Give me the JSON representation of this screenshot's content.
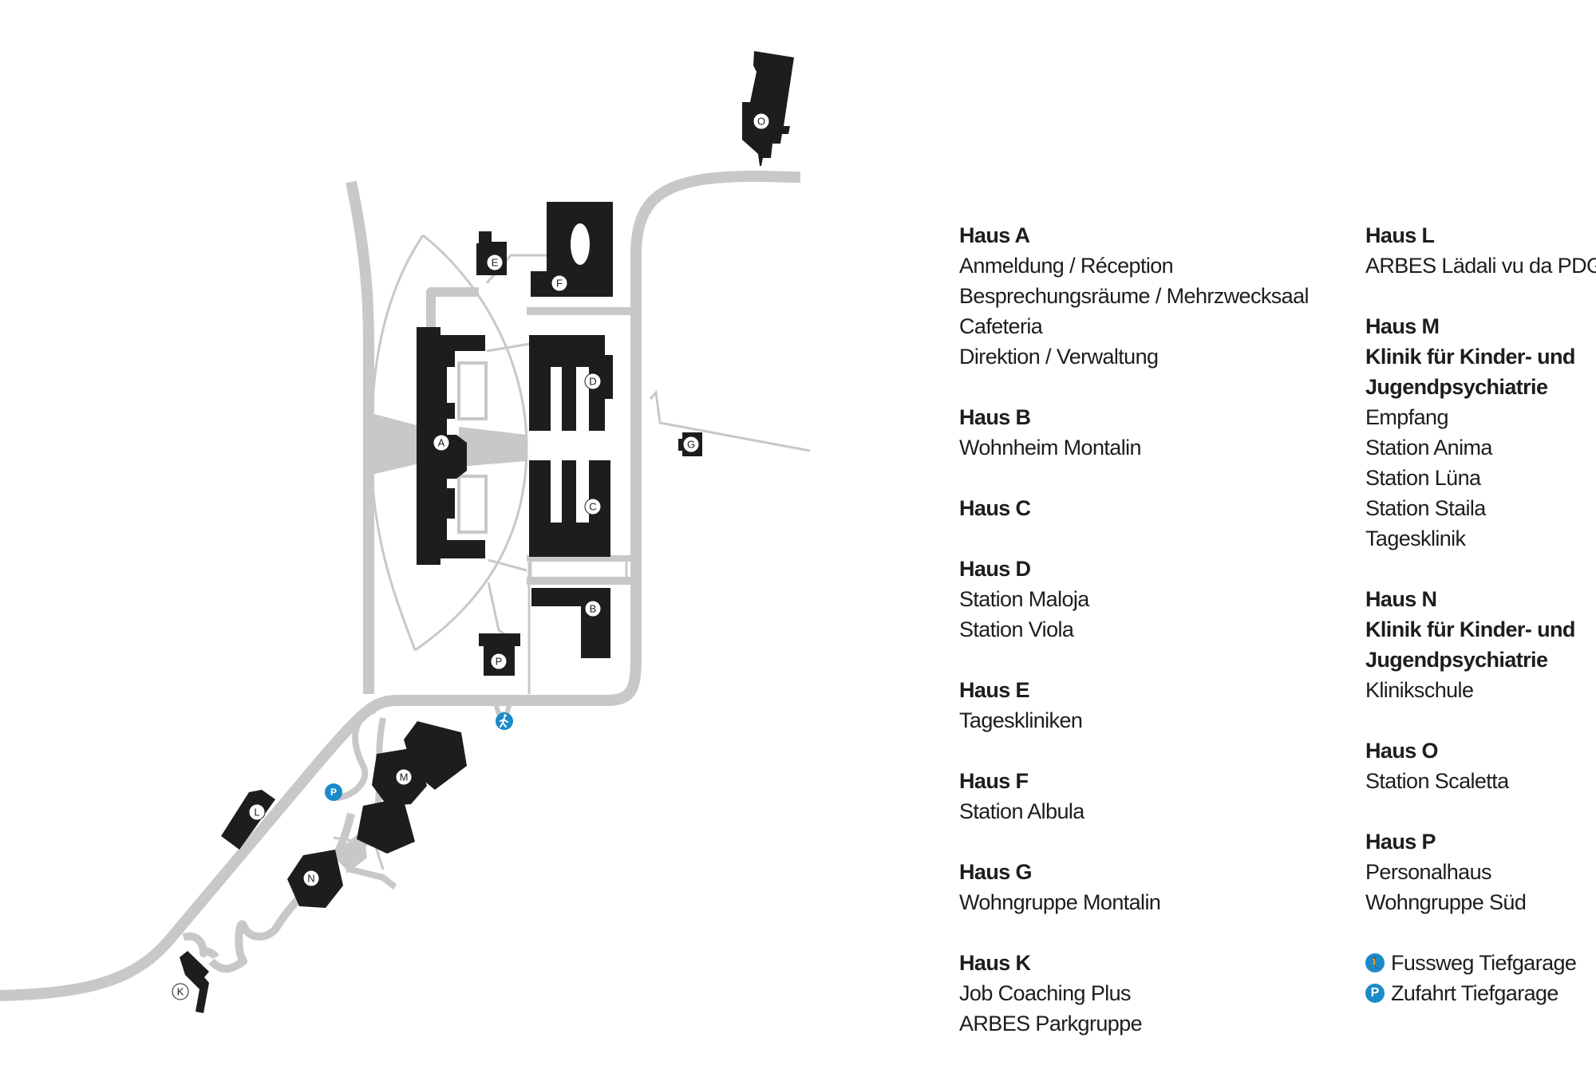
{
  "map": {
    "building_labels": {
      "A": "A",
      "B": "B",
      "C": "C",
      "D": "D",
      "E": "E",
      "F": "F",
      "G": "G",
      "K": "K",
      "L": "L",
      "M": "M",
      "N": "N",
      "O": "O",
      "P": "P"
    },
    "parking_symbol": "P",
    "footpath_icon": "pedestrian-icon",
    "colors": {
      "building": "#1d1d1b",
      "road": "#c8c8c8",
      "accent_blue": "#1a8ac9"
    }
  },
  "legend": {
    "column_1": [
      {
        "heading": "Haus A",
        "lines": [
          {
            "text": "Anmeldung / Réception",
            "bold": false
          },
          {
            "text": "Besprechungsräume / Mehrzwecksaal",
            "bold": false
          },
          {
            "text": "Cafeteria",
            "bold": false
          },
          {
            "text": "Direktion / Verwaltung",
            "bold": false
          }
        ]
      },
      {
        "heading": "Haus B",
        "lines": [
          {
            "text": "Wohnheim Montalin",
            "bold": false
          }
        ]
      },
      {
        "heading": "Haus C",
        "lines": []
      },
      {
        "heading": "Haus D",
        "lines": [
          {
            "text": "Station Maloja",
            "bold": false
          },
          {
            "text": "Station Viola",
            "bold": false
          }
        ]
      },
      {
        "heading": "Haus E",
        "lines": [
          {
            "text": "Tageskliniken",
            "bold": false
          }
        ]
      },
      {
        "heading": "Haus F",
        "lines": [
          {
            "text": "Station Albula",
            "bold": false
          }
        ]
      },
      {
        "heading": "Haus G",
        "lines": [
          {
            "text": "Wohngruppe Montalin",
            "bold": false
          }
        ]
      },
      {
        "heading": "Haus K",
        "lines": [
          {
            "text": "Job Coaching Plus",
            "bold": false
          },
          {
            "text": "ARBES Parkgruppe",
            "bold": false
          }
        ]
      }
    ],
    "column_2": [
      {
        "heading": "Haus L",
        "lines": [
          {
            "text": "ARBES Lädali vu da PDGR",
            "bold": false
          }
        ]
      },
      {
        "heading": "Haus M",
        "lines": [
          {
            "text": "Klinik für Kinder- und",
            "bold": true
          },
          {
            "text": "Jugendpsychiatrie",
            "bold": true
          },
          {
            "text": "Empfang",
            "bold": false
          },
          {
            "text": "Station Anima",
            "bold": false
          },
          {
            "text": "Station Lüna",
            "bold": false
          },
          {
            "text": "Station Staila",
            "bold": false
          },
          {
            "text": "Tagesklinik",
            "bold": false
          }
        ]
      },
      {
        "heading": "Haus N",
        "lines": [
          {
            "text": "Klinik für Kinder- und",
            "bold": true
          },
          {
            "text": "Jugendpsychiatrie",
            "bold": true
          },
          {
            "text": "Klinikschule",
            "bold": false
          }
        ]
      },
      {
        "heading": "Haus O",
        "lines": [
          {
            "text": "Station Scaletta",
            "bold": false
          }
        ]
      },
      {
        "heading": "Haus P",
        "lines": [
          {
            "text": "Personalhaus",
            "bold": false
          },
          {
            "text": "Wohngruppe Süd",
            "bold": false
          }
        ]
      }
    ],
    "symbols": [
      {
        "icon": "pedestrian-icon",
        "glyph": "🚶",
        "label": "Fussweg Tiefgarage"
      },
      {
        "icon": "parking-icon",
        "glyph": "P",
        "label": "Zufahrt Tiefgarage"
      }
    ]
  }
}
